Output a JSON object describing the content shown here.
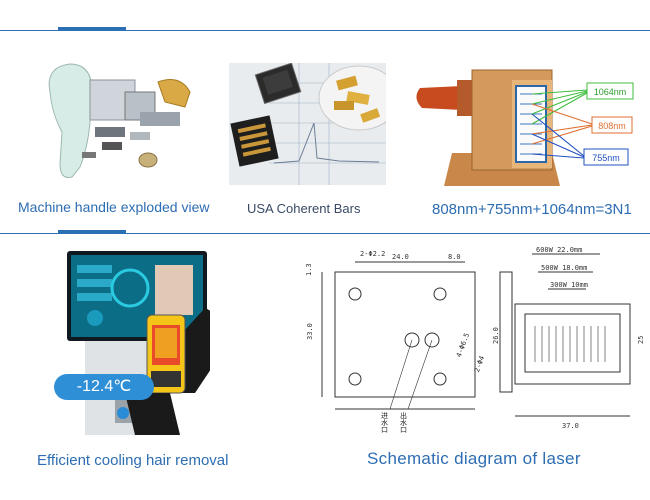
{
  "captions": {
    "handle": "Machine handle exploded view",
    "bars": "USA Coherent Bars",
    "wavelengths": "808nm+755nm+1064nm=3N1",
    "cooling": "Efficient cooling hair removal",
    "schematic": "Schematic diagram of laser"
  },
  "laser_labels": {
    "w1064": "1064nm",
    "w808": "808nm",
    "w755": "755nm"
  },
  "temperature": "-12.4℃",
  "schematic": {
    "top_width": "24.0",
    "top_right": "8.0",
    "left_height": "33.0",
    "right_height": "25",
    "left_small": "1.3",
    "bottom_width": "37.0",
    "mid_height": "26.0",
    "label_600w": "600W 22.0mm",
    "label_500w": "500W 18.0mm",
    "label_300w": "300W 10mm",
    "water_in": "进水口",
    "water_out": "出水口",
    "dim_a": "4-Φ6.5",
    "dim_b": "2-Φ4",
    "dim_c": "2-Φ2.2"
  }
}
